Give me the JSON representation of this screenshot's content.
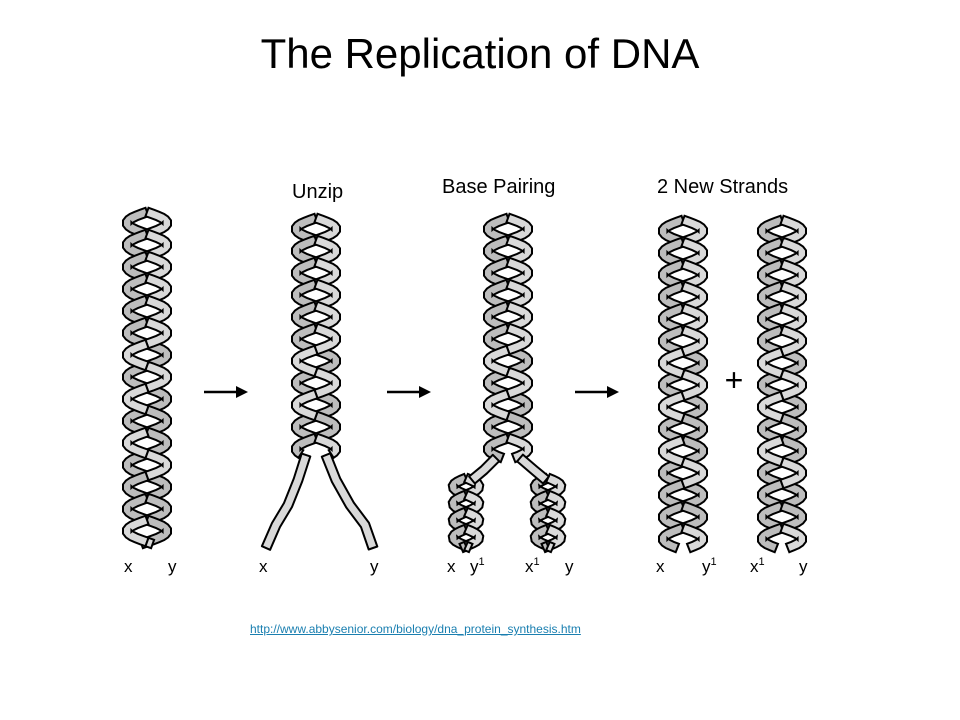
{
  "title": "The Replication of DNA",
  "stages": {
    "unzip_label": "Unzip",
    "base_pairing_label": "Base Pairing",
    "new_strands_label": "2 New Strands"
  },
  "strand_labels": {
    "original": [
      "x",
      "y"
    ],
    "unzip": [
      "x",
      "y"
    ],
    "base_pairing": [
      "x",
      "y1",
      "x1",
      "y"
    ],
    "left_new": [
      "x",
      "y1"
    ],
    "right_new": [
      "x1",
      "y"
    ]
  },
  "plus_sign": "+",
  "source_url": "http://www.abbysenior.com/biology/dna_protein_synthesis.htm",
  "colors": {
    "strand_fill": "#d9d9d9",
    "strand_stroke": "#000000",
    "link": "#1a7fb0"
  }
}
